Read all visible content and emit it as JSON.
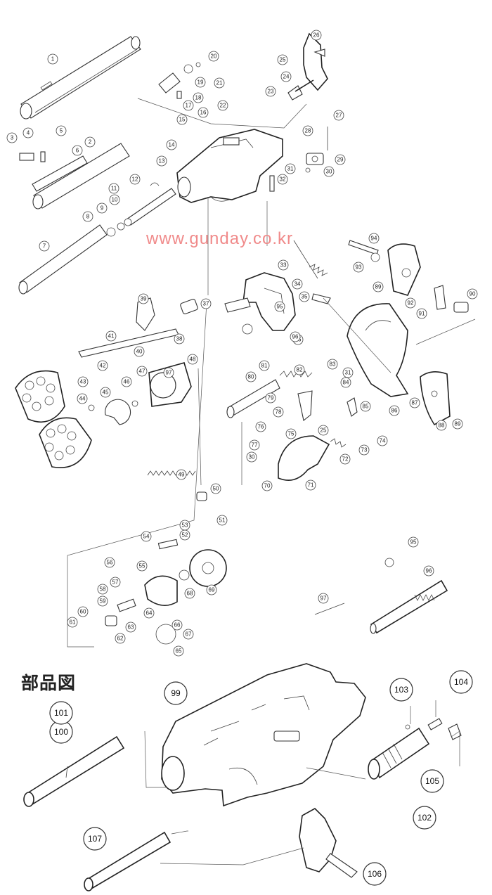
{
  "watermark": "www.gunday.co.kr",
  "section_title": "部品図",
  "upper_callouts": [
    "1",
    "2",
    "3",
    "4",
    "5",
    "6",
    "7",
    "8",
    "9",
    "10",
    "11",
    "12",
    "13",
    "14",
    "15",
    "16",
    "17",
    "18",
    "19",
    "20",
    "21",
    "22",
    "23",
    "24",
    "25",
    "26",
    "27",
    "28",
    "29",
    "30",
    "31",
    "32",
    "33",
    "34",
    "35",
    "36",
    "37",
    "38",
    "39",
    "40",
    "41",
    "42",
    "43",
    "44",
    "45",
    "46",
    "47",
    "48",
    "49",
    "50",
    "51",
    "52",
    "53",
    "54",
    "55",
    "56",
    "57",
    "58",
    "59",
    "60",
    "61",
    "62",
    "63",
    "64",
    "65",
    "66",
    "67",
    "68",
    "69",
    "70",
    "71",
    "72",
    "73",
    "74",
    "75",
    "76",
    "77",
    "78",
    "79",
    "80",
    "81",
    "82",
    "83",
    "84",
    "85",
    "86",
    "87",
    "88",
    "89",
    "90",
    "91",
    "92",
    "93",
    "94",
    "95",
    "96",
    "97"
  ],
  "lower_callouts": [
    "99",
    "100",
    "101",
    "102",
    "103",
    "104",
    "105",
    "106",
    "107"
  ]
}
